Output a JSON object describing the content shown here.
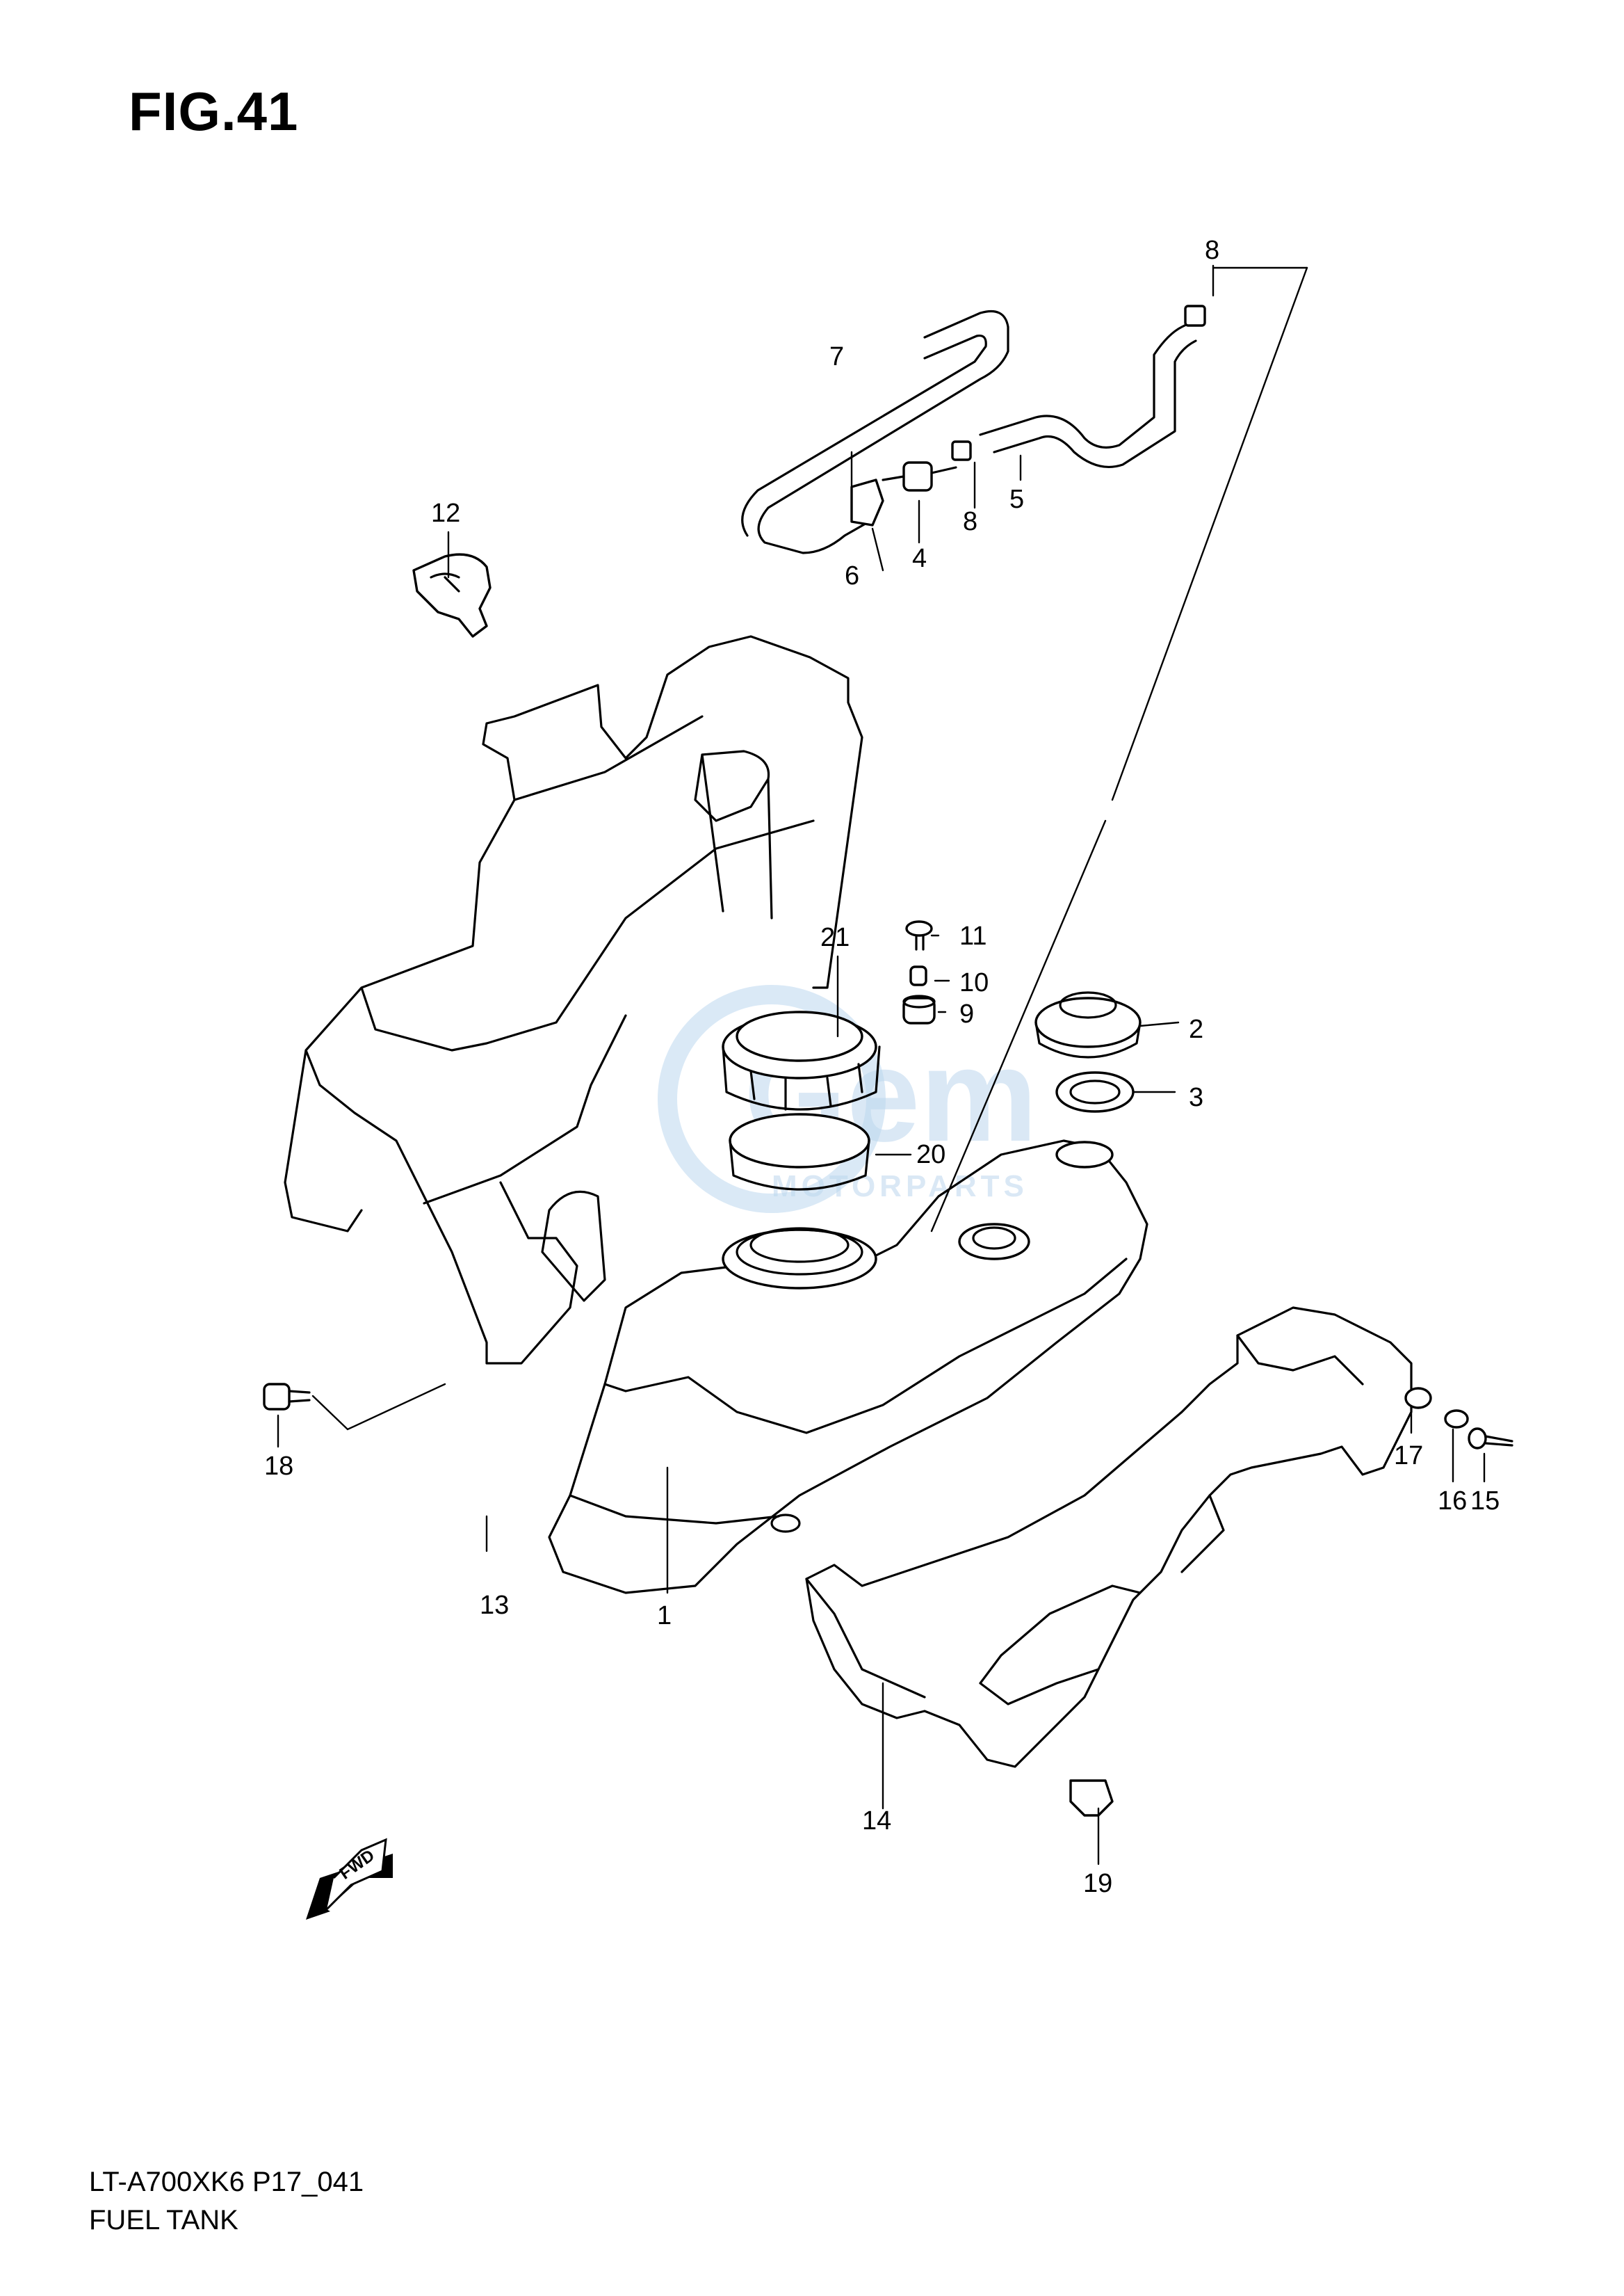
{
  "figure": {
    "title": "FIG.41"
  },
  "footer": {
    "drawing_code": "LT-A700XK6 P17_041",
    "caption": "FUEL TANK"
  },
  "watermark": {
    "brand": "Gem",
    "sub": "MOTORPARTS"
  },
  "fwd_arrow": {
    "label": "FWD"
  },
  "callouts": [
    "1",
    "2",
    "3",
    "4",
    "5",
    "6",
    "7",
    "8",
    "8",
    "9",
    "10",
    "11",
    "12",
    "13",
    "14",
    "15",
    "16",
    "17",
    "18",
    "19",
    "20",
    "21"
  ]
}
